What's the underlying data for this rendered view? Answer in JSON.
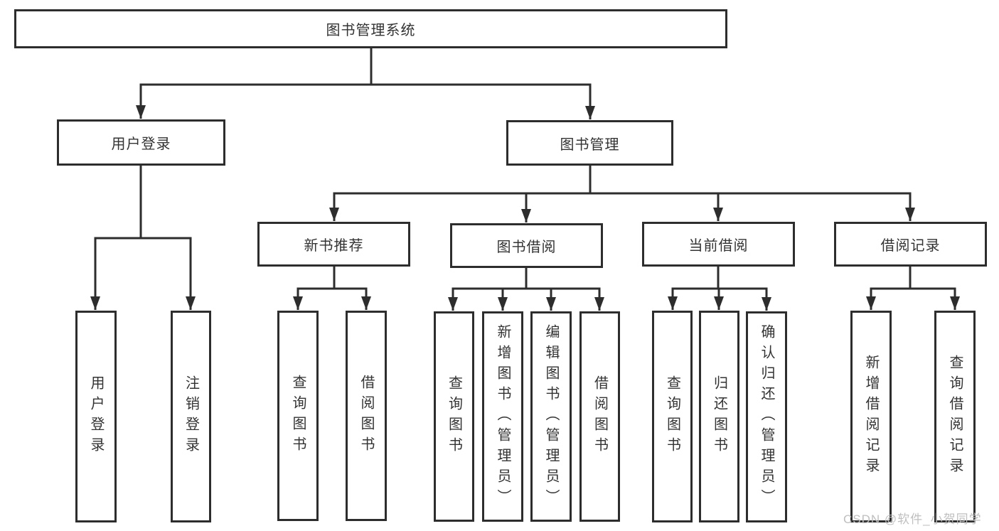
{
  "diagram": {
    "title": "图书管理系统",
    "nodes": {
      "root": "图书管理系统",
      "branches": [
        {
          "label": "用户登录",
          "children": [
            "用户登录",
            "注销登录"
          ]
        },
        {
          "label": "图书管理",
          "sections": [
            {
              "label": "新书推荐",
              "children": [
                "查询图书",
                "借阅图书"
              ]
            },
            {
              "label": "图书借阅",
              "children": [
                "查询图书",
                "新增图书（管理员）",
                "编辑图书（管理员）",
                "借阅图书"
              ]
            },
            {
              "label": "当前借阅",
              "children": [
                "查询图书",
                "归还图书",
                "确认归还（管理员）"
              ]
            },
            {
              "label": "借阅记录",
              "children": [
                "新增借阅记录",
                "查询借阅记录"
              ]
            }
          ]
        }
      ]
    },
    "colors": {
      "line": "#2d2d2d",
      "box_border": "#2d2d2d",
      "box_fill": "#ffffff",
      "text": "#333333",
      "watermark": "#bfbfbf"
    }
  },
  "watermark": {
    "text": "CSDN @软件_小贺同学"
  }
}
